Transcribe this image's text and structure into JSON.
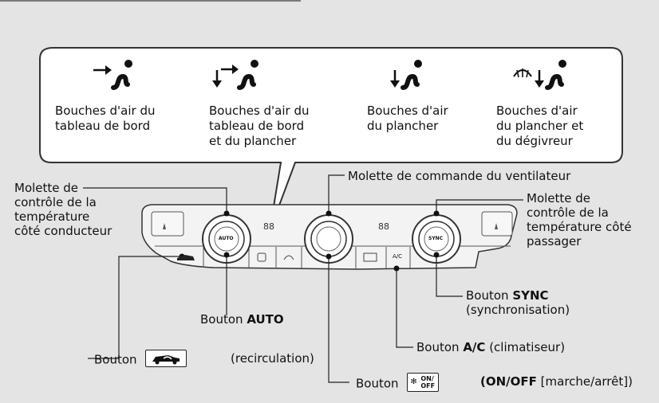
{
  "modes": [
    {
      "name": "dashboard-vents",
      "lines": [
        "Bouches d'air du",
        "tableau de bord"
      ]
    },
    {
      "name": "dashboard-floor-vents",
      "lines": [
        "Bouches d'air du",
        "tableau de bord",
        "et du plancher"
      ]
    },
    {
      "name": "floor-vents",
      "lines": [
        "Bouches d'air",
        "du plancher"
      ]
    },
    {
      "name": "floor-defrost-vents",
      "lines": [
        "Bouches d'air",
        "du plancher et",
        "du dégivreur"
      ]
    }
  ],
  "labels": {
    "driver_temp": [
      "Molette de",
      "contrôle de la",
      "température",
      "côté conducteur"
    ],
    "fan_control": "Molette de commande du ventilateur",
    "passenger_temp": [
      "Molette de",
      "contrôle de la",
      "température côté",
      "passager"
    ],
    "sync_prefix": "Bouton ",
    "sync_bold": "SYNC",
    "sync_note": "(synchronisation)",
    "auto_prefix": "Bouton ",
    "auto_bold": "AUTO",
    "recirc_prefix": "Bouton",
    "recirc_note": "(recirculation)",
    "ac_prefix": "Bouton ",
    "ac_bold": "A/C",
    "ac_note": " (climatiseur)",
    "onoff_prefix": "Bouton",
    "onoff_bold": "(ON/OFF",
    "onoff_note": " [marche/arrêt])"
  },
  "panel": {
    "left_knob_text": "AUTO",
    "right_knob_text": "SYNC",
    "ac_text": "A/C",
    "temp_display_left": "88",
    "temp_display_right": "88"
  },
  "icons": {
    "onoff_chip": [
      "ON/",
      "OFF"
    ]
  }
}
